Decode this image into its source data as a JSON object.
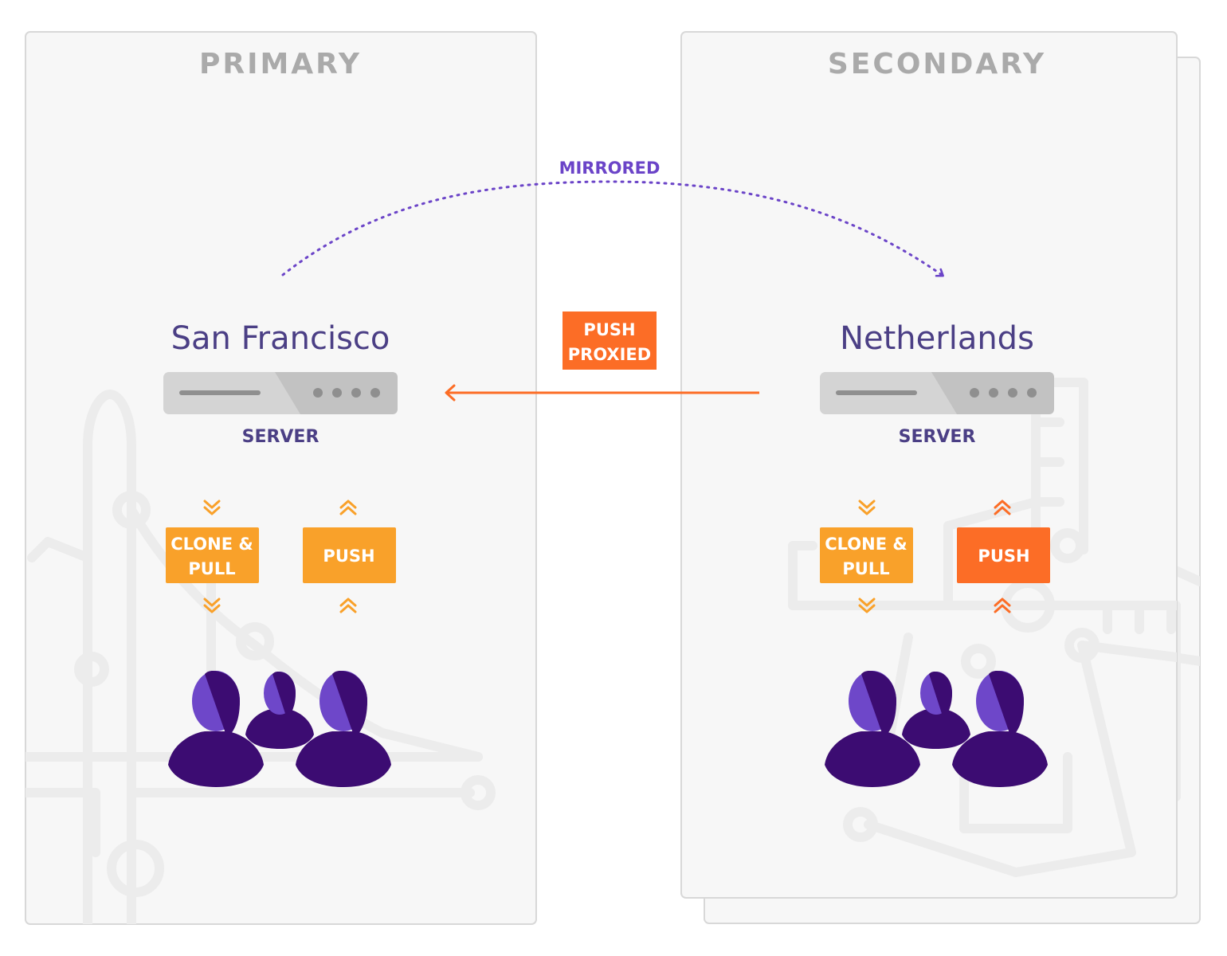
{
  "panels": {
    "primary": {
      "title": "PRIMARY",
      "city": "San Francisco",
      "server_label": "SERVER",
      "clone_pull_label": [
        "CLONE &",
        "PULL"
      ],
      "push_label": "PUSH"
    },
    "secondary": {
      "title": "SECONDARY",
      "city": "Netherlands",
      "server_label": "SERVER",
      "clone_pull_label": [
        "CLONE &",
        "PULL"
      ],
      "push_label": "PUSH"
    }
  },
  "connections": {
    "mirrored_label": "MIRRORED",
    "push_proxied_label": [
      "PUSH",
      "PROXIED"
    ]
  },
  "icons": [
    "server-icon",
    "user-group-icon",
    "chevron-down-icon",
    "chevron-up-icon",
    "arrow-left-icon"
  ],
  "colors": {
    "title_purple": "#4b3f85",
    "mirror_purple": "#6b44c8",
    "user_dark": "#3c0c72",
    "user_light": "#6e47c9",
    "orange_light": "#f9a12a",
    "orange_dark": "#fc6d26",
    "panel_bg": "#f7f7f7",
    "panel_border": "#d8d8d8",
    "server_gray": "#d4d4d4"
  }
}
